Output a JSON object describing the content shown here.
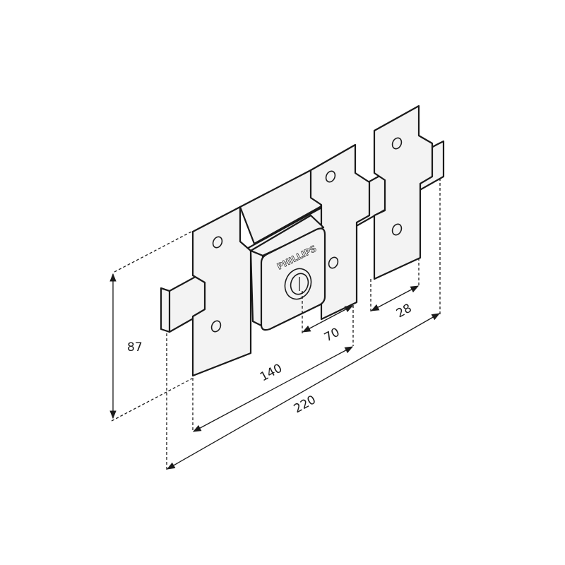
{
  "drawing": {
    "brand_text": "PHILLIPS",
    "dimensions": {
      "height": "87",
      "plate_span": "140",
      "lock_offset": "70",
      "keeper_width": "28",
      "total_length": "220"
    },
    "colors": {
      "line": "#1a1a1a",
      "fill": "#f3f3f3",
      "background": "#ffffff"
    }
  }
}
